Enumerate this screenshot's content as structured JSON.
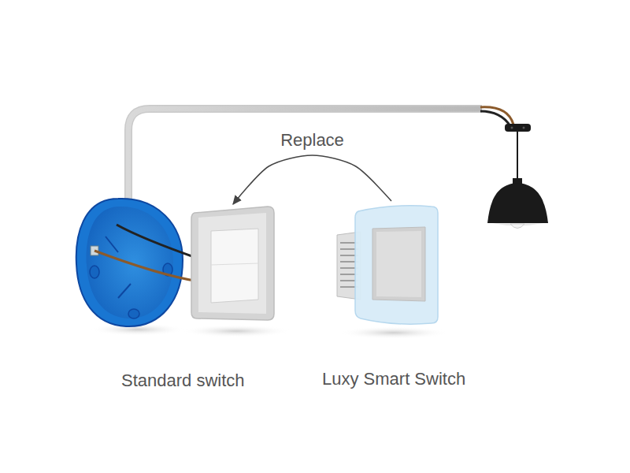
{
  "diagram": {
    "nodes": [
      {
        "text": [
          "Standard switch"
        ]
      },
      {
        "text": [
          "Luxy Smart Switch"
        ]
      }
    ],
    "edges": [
      {
        "from": 1,
        "to": 0,
        "arrow": "to",
        "label": "Replace"
      }
    ]
  }
}
